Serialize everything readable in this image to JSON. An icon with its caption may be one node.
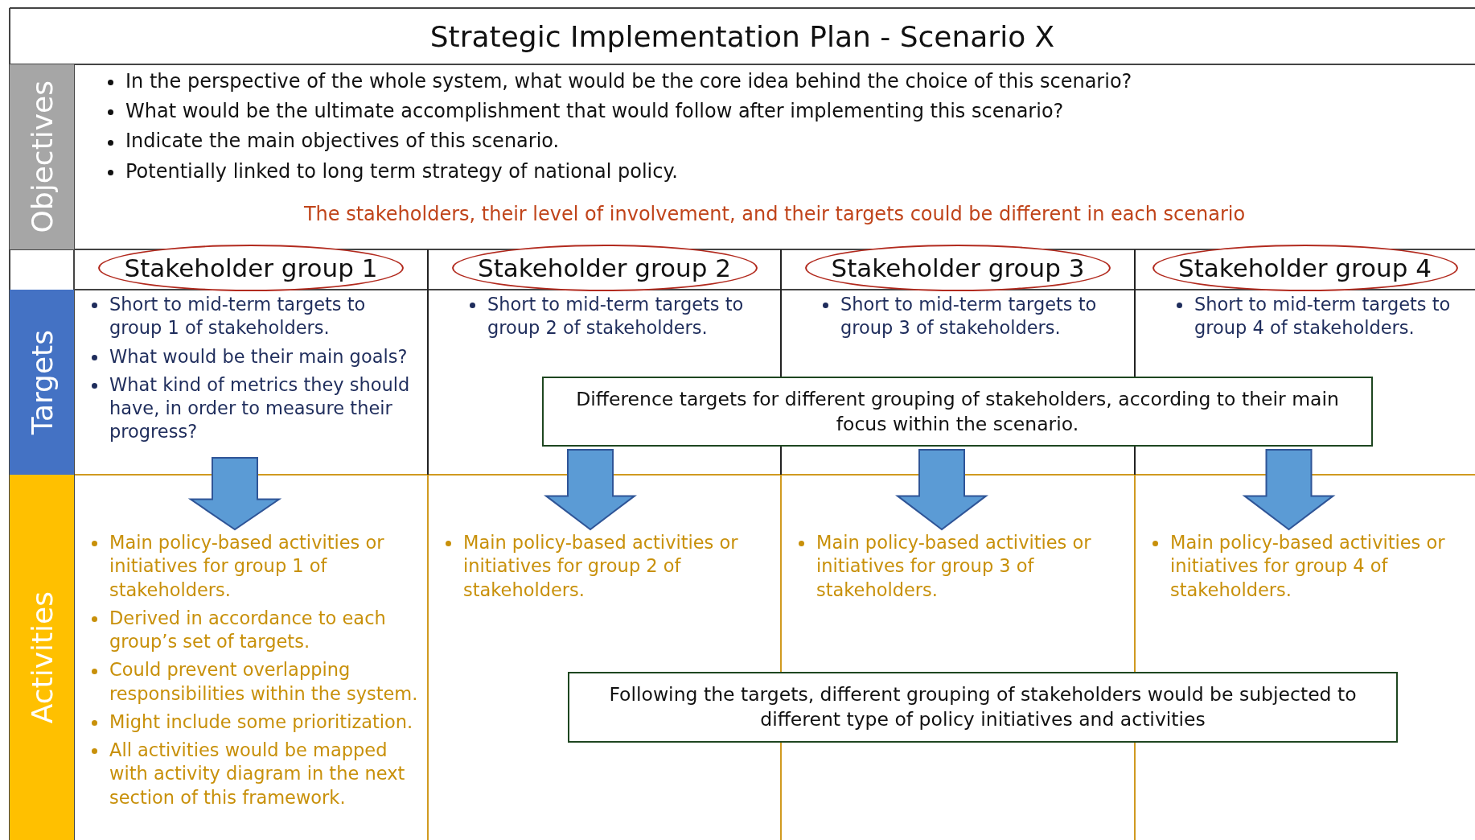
{
  "diagram": {
    "title": "Strategic Implementation Plan - Scenario X",
    "nodes": [
      {
        "text": [
          "Objectives"
        ]
      },
      {
        "text": [
          "In the perspective of the whole system, what would be the core idea behind the choice of this scenario?",
          "What would be the ultimate accomplishment that would follow after implementing this scenario?",
          "Indicate the main objectives of this scenario.",
          "Potentially linked to long term strategy of national policy."
        ]
      },
      {
        "text": [
          "Targets"
        ]
      },
      {
        "text": [
          "Activities"
        ]
      },
      {
        "text": [
          "Stakeholder group 1"
        ]
      },
      {
        "text": [
          "Stakeholder group 2"
        ]
      },
      {
        "text": [
          "Stakeholder group 3"
        ]
      },
      {
        "text": [
          "Stakeholder group 4"
        ]
      },
      {
        "text": [
          "Short to mid-term targets to group 1 of stakeholders.",
          "What would be their main goals?",
          "What kind of metrics they should have, in order to measure their progress?"
        ]
      },
      {
        "text": [
          "Short to mid-term targets to group 2 of stakeholders."
        ]
      },
      {
        "text": [
          "Short to mid-term targets to group 3 of stakeholders."
        ]
      },
      {
        "text": [
          "Short to mid-term targets to group 4 of stakeholders."
        ]
      },
      {
        "text": [
          "Main policy-based activities or initiatives for group 1 of stakeholders.",
          "Derived in accordance to each group’s set of targets.",
          "Could prevent overlapping responsibilities within the system.",
          "Might include some prioritization.",
          "All activities would be mapped with activity diagram in the next section of this framework."
        ]
      },
      {
        "text": [
          "Main policy-based activities or initiatives for group 2 of stakeholders."
        ]
      },
      {
        "text": [
          "Main policy-based activities or initiatives for group 3 of stakeholders."
        ]
      },
      {
        "text": [
          "Main policy-based activities or initiatives for group 4 of stakeholders."
        ]
      },
      {
        "text": [
          "Difference targets for different grouping of stakeholders, according to their main focus within the scenario."
        ]
      },
      {
        "text": [
          "Following the targets, different grouping of stakeholders would be subjected to different type of policy initiatives and activities"
        ]
      }
    ],
    "edges": [
      {
        "from": 8,
        "to": 12,
        "arrow": "to"
      },
      {
        "from": 16,
        "to": 13,
        "arrow": "to"
      },
      {
        "from": 16,
        "to": 14,
        "arrow": "to"
      },
      {
        "from": 16,
        "to": 15,
        "arrow": "to"
      }
    ],
    "labels": [
      "The stakeholders, their level of involvement, and their targets could be different in each scenario"
    ]
  }
}
